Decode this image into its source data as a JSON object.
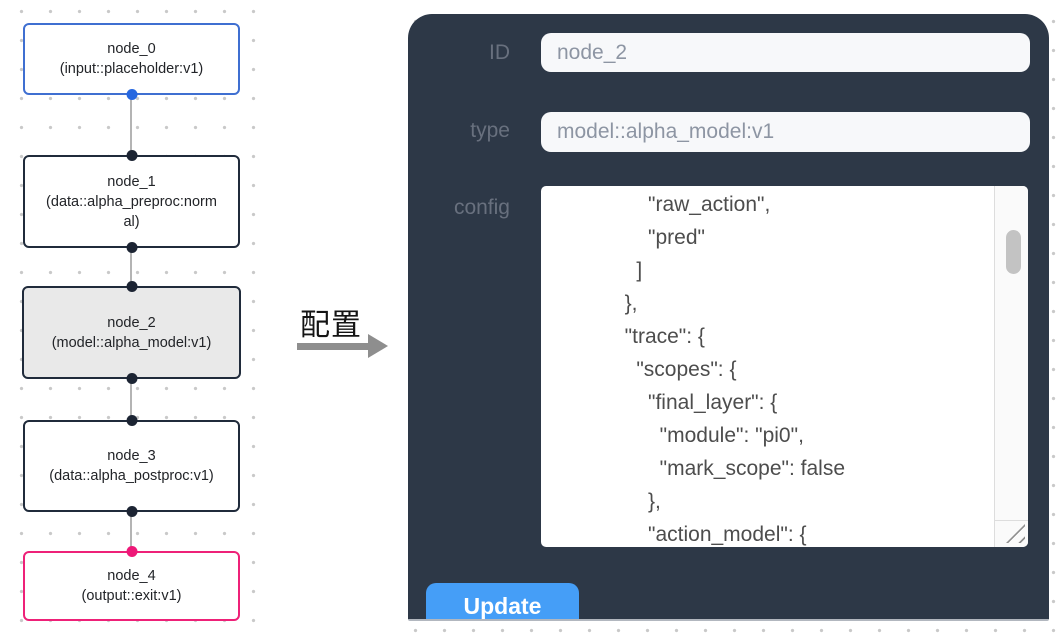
{
  "canvas": {
    "nodes": [
      {
        "id": "node_0",
        "label": "node_0",
        "type_label": "(input::placeholder:v1)",
        "variant": "input"
      },
      {
        "id": "node_1",
        "label": "node_1",
        "type_label": "(data::alpha_preproc:normal)",
        "variant": "default"
      },
      {
        "id": "node_2",
        "label": "node_2",
        "type_label": "(model::alpha_model:v1)",
        "variant": "selected"
      },
      {
        "id": "node_3",
        "label": "node_3",
        "type_label": "(data::alpha_postproc:v1)",
        "variant": "default"
      },
      {
        "id": "node_4",
        "label": "node_4",
        "type_label": "(output::exit:v1)",
        "variant": "output"
      }
    ]
  },
  "annotation": {
    "label": "配置"
  },
  "panel": {
    "id_field": {
      "label": "ID",
      "value": "node_2"
    },
    "type_field": {
      "label": "type",
      "value": "model::alpha_model:v1"
    },
    "config_field": {
      "label": "config",
      "value": "      \"raw_action\",\n      \"pred\"\n    ]\n  },\n  \"trace\": {\n    \"scopes\": {\n      \"final_layer\": {\n        \"module\": \"pi0\",\n        \"mark_scope\": false\n      },\n      \"action_model\": {"
    },
    "update_label": "Update"
  },
  "colors": {
    "panel_bg": "#2d3847",
    "accent_button": "#459ef7",
    "node_input_border": "#3f6fd1",
    "node_output_border": "#ee2178",
    "node_default_border": "#202b3b",
    "port_blue": "#2667e0",
    "port_pink": "#ee1878",
    "port_dark": "#1c2433",
    "selected_node_fill": "#e9e9e9",
    "edge_gray": "#b4b4b4"
  }
}
